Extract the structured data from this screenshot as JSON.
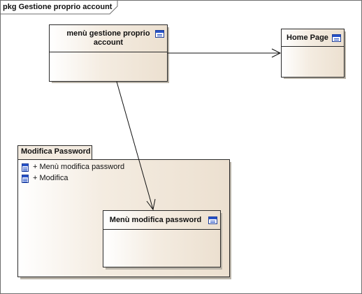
{
  "frame": {
    "title": "pkg Gestione proprio account"
  },
  "classes": {
    "gestione_account": {
      "name": "menù gestione proprio account",
      "icon": "window-icon"
    },
    "home_page": {
      "name": "Home Page",
      "icon": "window-icon"
    },
    "menu_modifica_password": {
      "name": "Menù modifica password",
      "icon": "window-icon"
    }
  },
  "package": {
    "name": "Modifica Password",
    "members": [
      {
        "label": "+ Menù modifica password",
        "icon": "class-icon"
      },
      {
        "label": "+ Modifica",
        "icon": "class-icon"
      }
    ]
  },
  "edges": [
    {
      "from": "menù gestione proprio account",
      "to": "Home Page",
      "style": "open-arrow"
    },
    {
      "from": "menù gestione proprio account",
      "to": "Menù modifica password",
      "style": "open-arrow"
    }
  ]
}
